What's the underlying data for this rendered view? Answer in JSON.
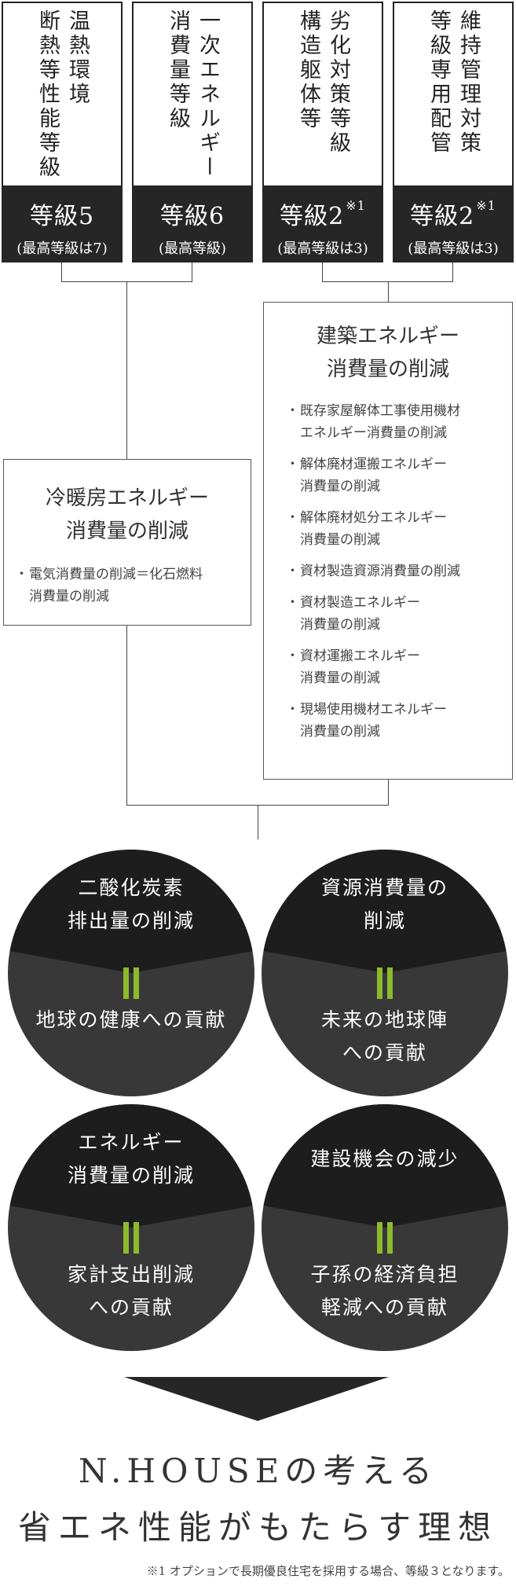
{
  "grades": [
    {
      "title": "温熱環境\n断熱等性能等級",
      "grade": "等級5",
      "sup": "",
      "sub": "(最高等級は7)"
    },
    {
      "title": "一次エネルギー\n消費量等級",
      "grade": "等級6",
      "sup": "",
      "sub": "(最高等級)"
    },
    {
      "title": "劣化対策等級\n構造躯体等",
      "grade": "等級2",
      "sup": "※1",
      "sub": "(最高等級は3)"
    },
    {
      "title": "維持管理対策\n等級専用配管",
      "grade": "等級2",
      "sup": "※1",
      "sub": "(最高等級は3)"
    }
  ],
  "cooling_box": {
    "title": "冷暖房エネルギー\n消費量の削減",
    "items": [
      "電気消費量の削減＝化石燃料\n消費量の削減"
    ]
  },
  "building_box": {
    "title": "建築エネルギー\n消費量の削減",
    "items": [
      "既存家屋解体工事使用機材\nエネルギー消費量の削減",
      "解体廃材運搬エネルギー\n消費量の削減",
      "解体廃材処分エネルギー\n消費量の削減",
      "資材製造資源消費量の削減",
      "資材製造エネルギー\n消費量の削減",
      "資材運搬エネルギー\n消費量の削減",
      "現場使用機材エネルギー\n消費量の削減"
    ]
  },
  "circles": [
    {
      "top": "二酸化炭素\n排出量の削減",
      "bottom": "地球の健康への貢献"
    },
    {
      "top": "資源消費量の\n削減",
      "bottom": "未来の地球陣\nへの貢献"
    },
    {
      "top": "エネルギー\n消費量の削減",
      "bottom": "家計支出削減\nへの貢献"
    },
    {
      "top": "建設機会の減少",
      "bottom": "子孫の経済負担\n軽減への貢献"
    }
  ],
  "conclusion": {
    "line1": "N.HOUSEの考える",
    "line2": "省エネ性能がもたらす理想"
  },
  "footnote": "※1 オプションで長期優良住宅を採用する場合、等級３となります。",
  "colors": {
    "dark": "#1d1d1d",
    "circle_bottom": "#383838",
    "equals_accent": "#8dba2d"
  }
}
